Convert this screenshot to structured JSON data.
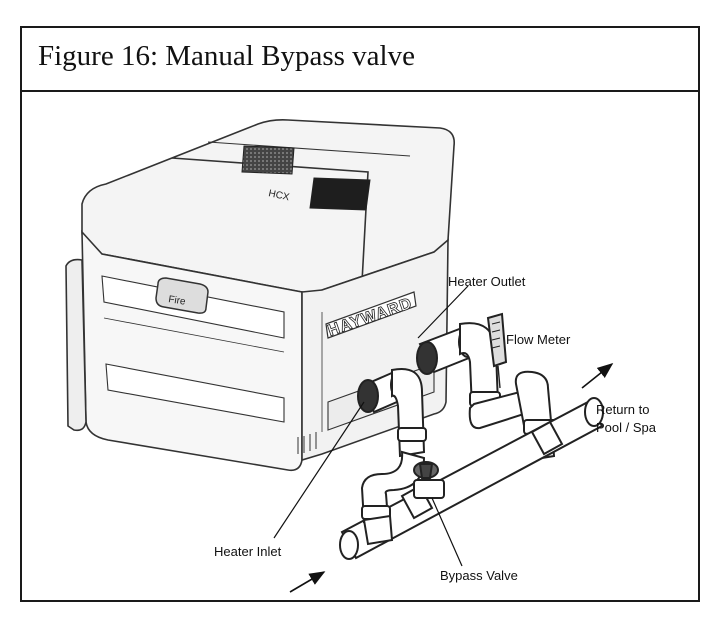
{
  "figure": {
    "title": "Figure 16: Manual Bypass valve"
  },
  "unit": {
    "brand": "HAYWARD",
    "model": "HCX",
    "display_text": "Fire"
  },
  "labels": {
    "heater_outlet": "Heater Outlet",
    "flow_meter": "Flow Meter",
    "return_line1": "Return to",
    "return_line2": "Pool / Spa",
    "heater_inlet": "Heater Inlet",
    "bypass_valve": "Bypass Valve"
  }
}
